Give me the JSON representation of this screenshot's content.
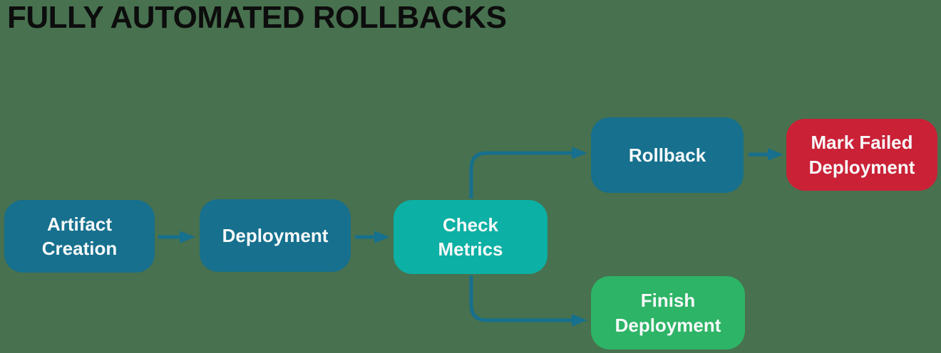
{
  "title": "FULLY AUTOMATED ROLLBACKS",
  "colors": {
    "background": "#48714F",
    "node_primary": "#16708E",
    "node_accent": "#0CB0A4",
    "node_success": "#2DB466",
    "node_danger": "#CA2136",
    "arrow": "#16708E",
    "node_text": "#F7F9F9",
    "title_text": "#0D0D0D"
  },
  "nodes": [
    {
      "id": "artifact-creation",
      "label": "Artifact\nCreation",
      "role": "primary"
    },
    {
      "id": "deployment",
      "label": "Deployment",
      "role": "primary"
    },
    {
      "id": "check-metrics",
      "label": "Check\nMetrics",
      "role": "accent"
    },
    {
      "id": "rollback",
      "label": "Rollback",
      "role": "primary"
    },
    {
      "id": "mark-failed-deployment",
      "label": "Mark Failed\nDeployment",
      "role": "danger"
    },
    {
      "id": "finish-deployment",
      "label": "Finish\nDeployment",
      "role": "success"
    }
  ],
  "edges": [
    {
      "from": "artifact-creation",
      "to": "deployment"
    },
    {
      "from": "deployment",
      "to": "check-metrics"
    },
    {
      "from": "check-metrics",
      "to": "rollback"
    },
    {
      "from": "check-metrics",
      "to": "finish-deployment"
    },
    {
      "from": "rollback",
      "to": "mark-failed-deployment"
    }
  ]
}
